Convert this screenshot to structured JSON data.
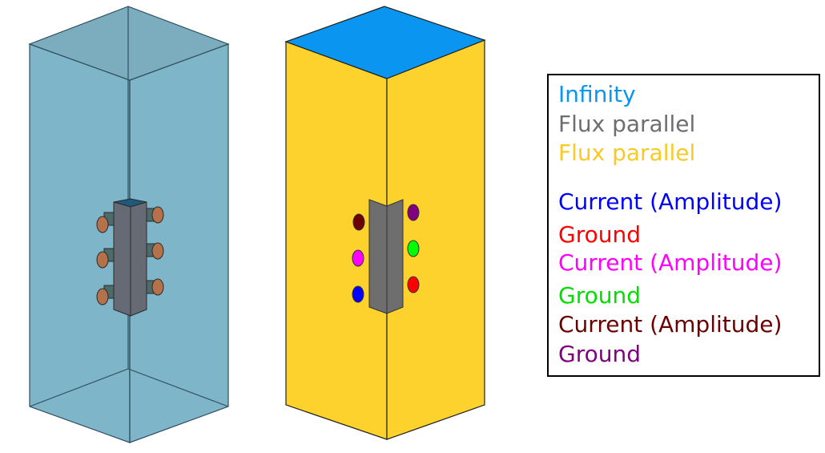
{
  "legend": {
    "items": [
      {
        "label": "Infinity",
        "color": "#0a96f0"
      },
      {
        "label": "Flux parallel",
        "color": "#6e6e6e"
      },
      {
        "label": "Flux parallel",
        "color": "#f8c927"
      },
      {
        "label": "Current (Amplitude)",
        "color": "#0000ff"
      },
      {
        "label": "Ground",
        "color": "#ff0000"
      },
      {
        "label": "Current (Amplitude)",
        "color": "#ff00ff"
      },
      {
        "label": "Ground",
        "color": "#00e000"
      },
      {
        "label": "Current (Amplitude)",
        "color": "#6b0000"
      },
      {
        "label": "Ground",
        "color": "#800080"
      }
    ]
  }
}
